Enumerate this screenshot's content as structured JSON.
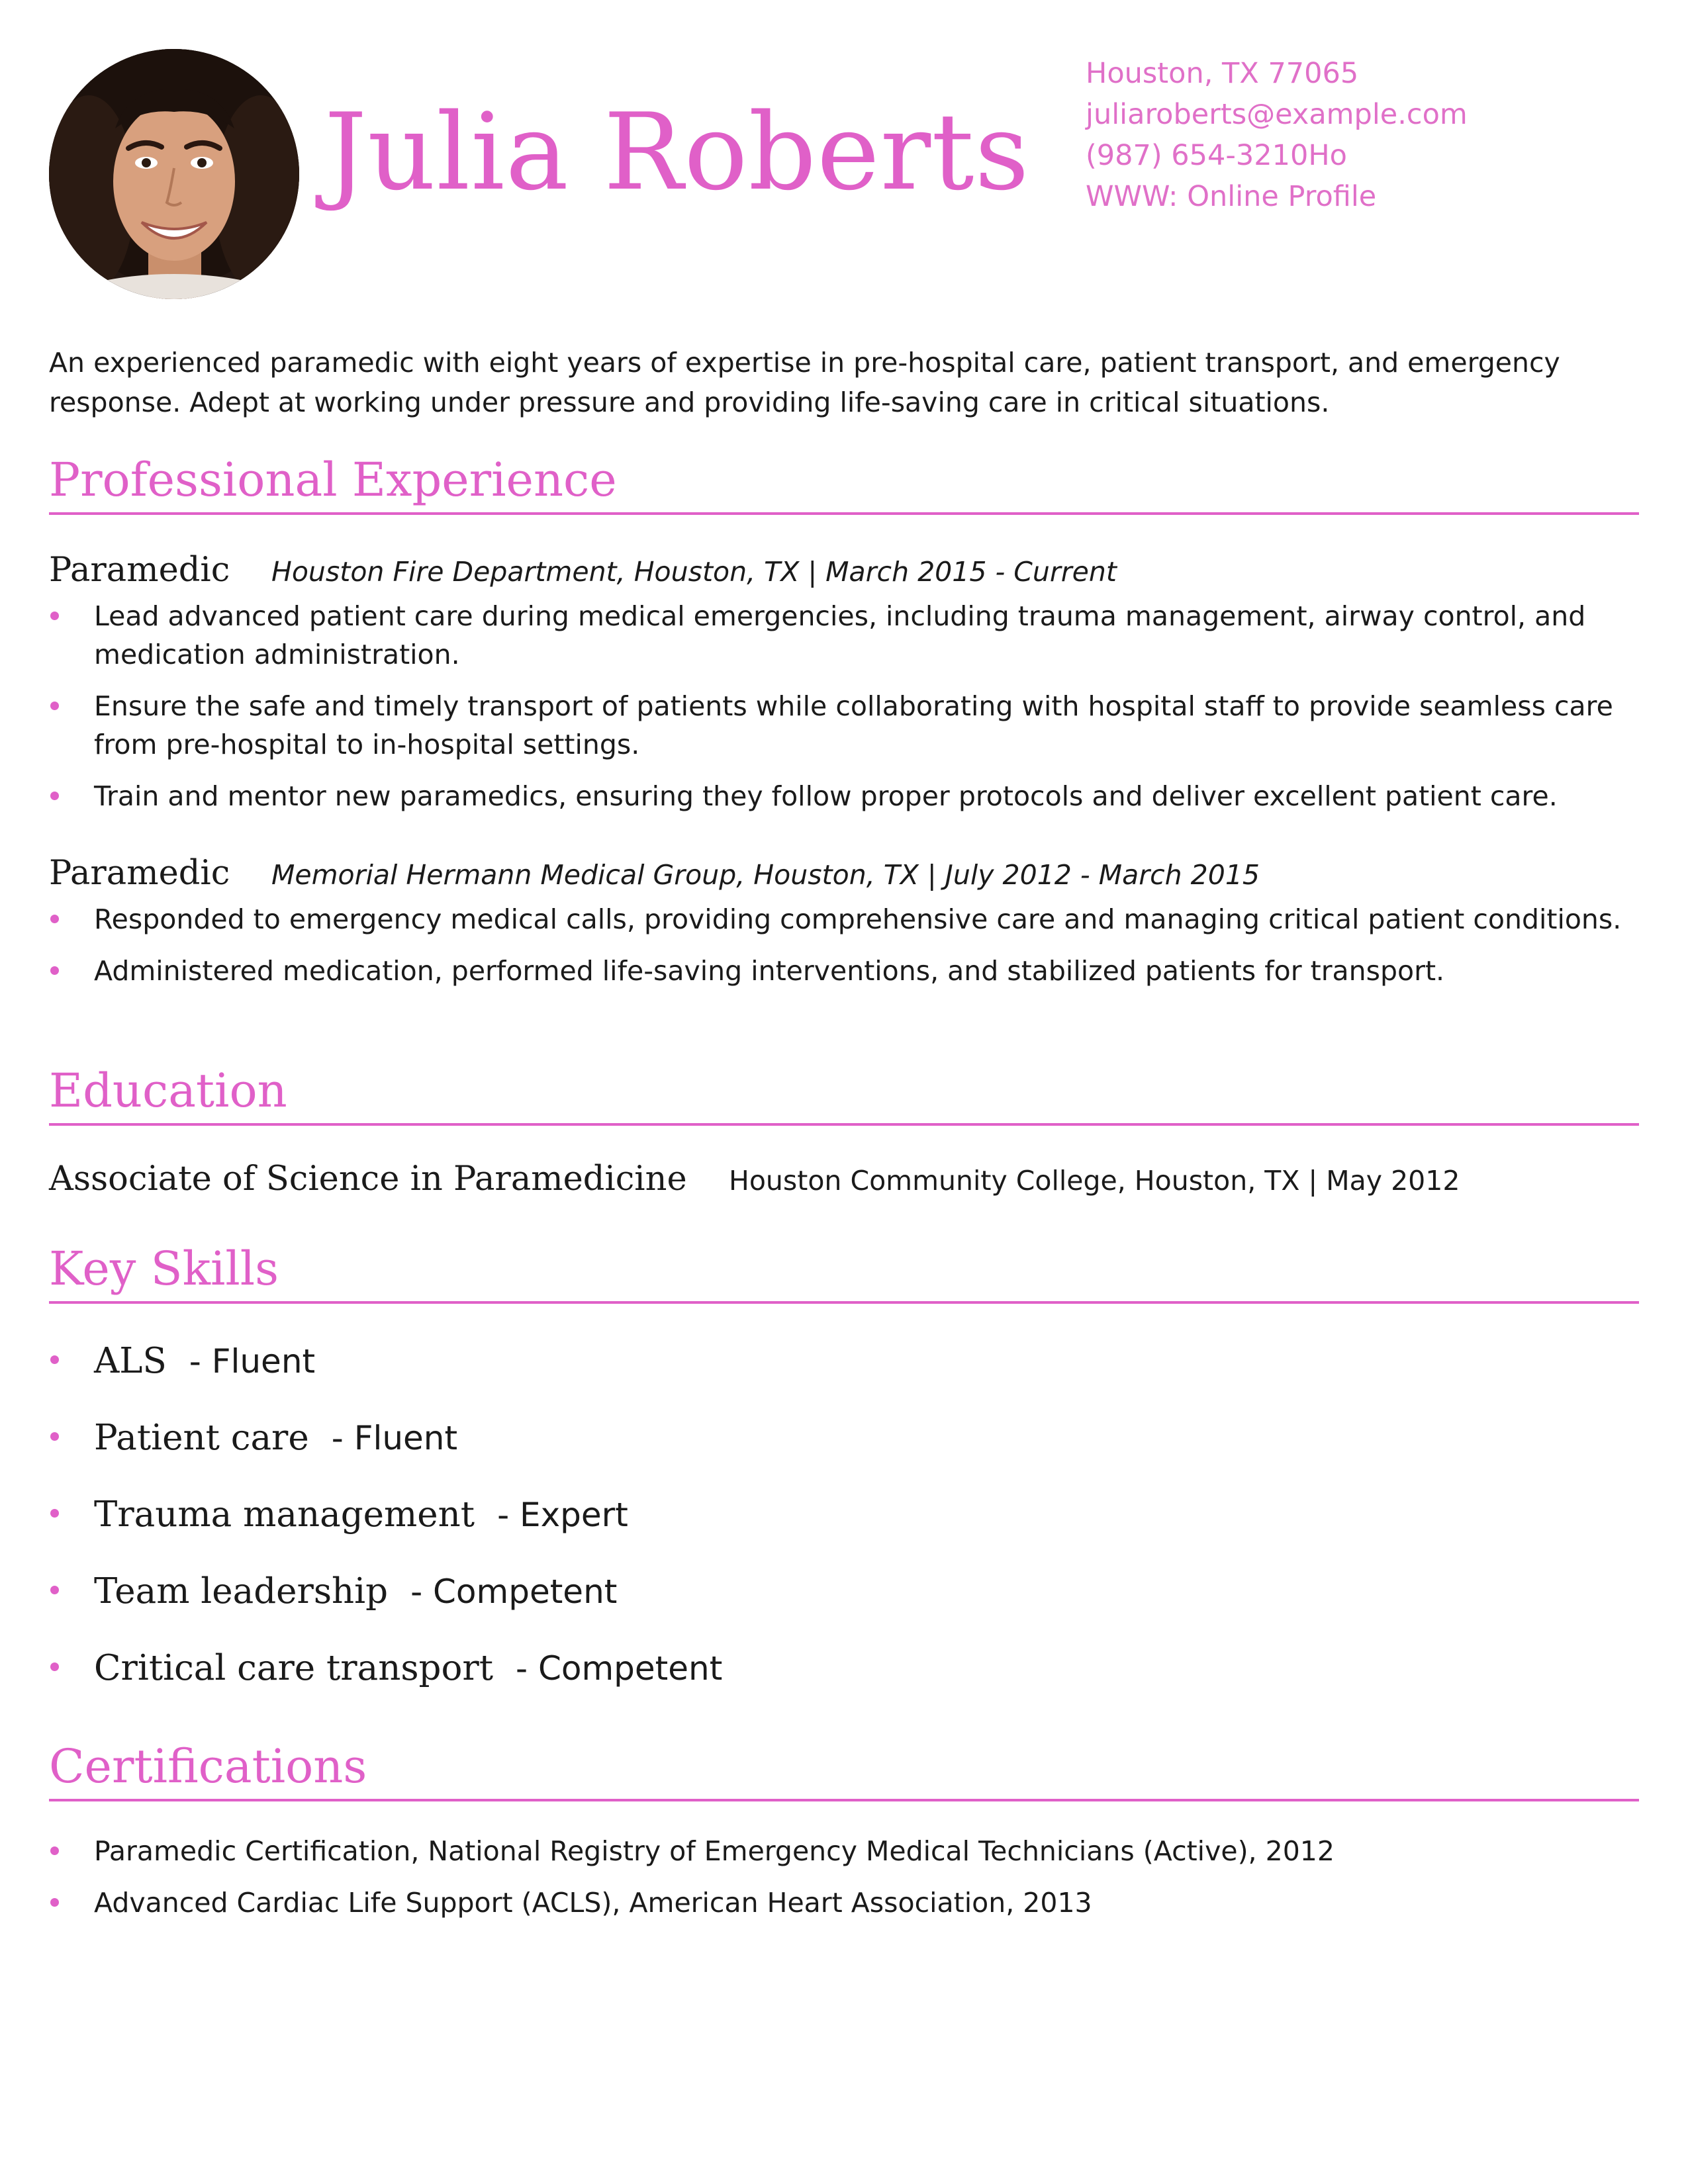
{
  "header": {
    "name": "Julia Roberts",
    "photo_alt": "Profile photo",
    "contact": {
      "address": "Houston, TX 77065",
      "email": "juliaroberts@example.com",
      "phone": "(987) 654-3210Ho",
      "website": "WWW: Online Profile"
    }
  },
  "summary": "An experienced paramedic with eight years of expertise in pre-hospital care, patient transport, and emergency response. Adept at working under pressure and providing life-saving care in critical situations.",
  "sections": {
    "experience": "Professional Experience",
    "education": "Education",
    "skills": "Key Skills",
    "certifications": "Certifications"
  },
  "experience": [
    {
      "title": "Paramedic",
      "meta": "Houston Fire Department, Houston, TX | March 2015 - Current",
      "bullets": [
        "Lead advanced patient care during medical emergencies, including trauma management, airway control, and medication administration.",
        "Ensure the safe and timely transport of patients while collaborating with hospital staff to provide seamless care from pre-hospital to in-hospital settings.",
        "Train and mentor new paramedics, ensuring they follow proper protocols and deliver excellent patient care."
      ]
    },
    {
      "title": "Paramedic",
      "meta": "Memorial Hermann Medical Group, Houston, TX | July 2012 - March 2015",
      "bullets": [
        "Responded to emergency medical calls, providing comprehensive care and managing critical patient conditions.",
        "Administered medication, performed life-saving interventions, and stabilized patients for transport."
      ]
    }
  ],
  "education": {
    "degree": "Associate of Science in Paramedicine",
    "meta": "Houston Community College, Houston, TX | May 2012"
  },
  "skills": [
    {
      "name": "ALS",
      "level": "- Fluent"
    },
    {
      "name": "Patient care",
      "level": "- Fluent"
    },
    {
      "name": "Trauma management",
      "level": "- Expert"
    },
    {
      "name": "Team leadership",
      "level": "- Competent"
    },
    {
      "name": "Critical care transport",
      "level": "- Competent"
    }
  ],
  "certifications": [
    "Paramedic Certification, National Registry of Emergency Medical Technicians (Active), 2012",
    "Advanced Cardiac Life Support (ACLS), American Heart Association, 2013"
  ],
  "colors": {
    "accent": "#e060c8",
    "text": "#1a1a1a"
  }
}
